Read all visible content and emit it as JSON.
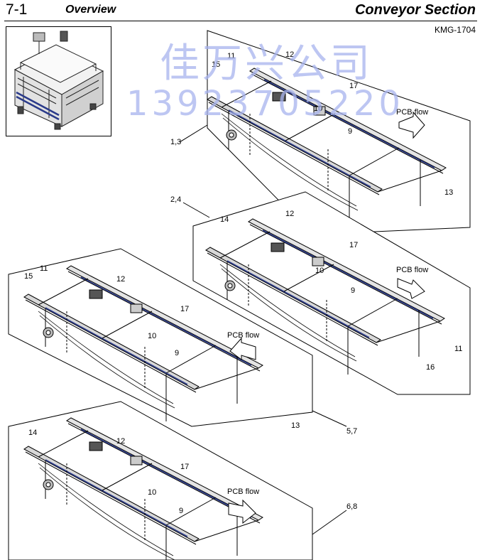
{
  "header": {
    "section_number": "7-1",
    "section_label": "Overview",
    "title": "Conveyor Section",
    "code": "KMG-1704"
  },
  "watermark": {
    "line1": "佳万兴公司",
    "line2": "13923705220"
  },
  "panels": [
    {
      "id": "1,3",
      "flow_label": "PCB flow",
      "callouts": [
        "15",
        "11",
        "12",
        "17",
        "10",
        "9",
        "13"
      ]
    },
    {
      "id": "2,4",
      "flow_label": "PCB flow",
      "callouts": [
        "14",
        "12",
        "17",
        "10",
        "9",
        "11",
        "16"
      ]
    },
    {
      "id": "5,7",
      "flow_label": "PCB flow",
      "callouts": [
        "15",
        "11",
        "12",
        "17",
        "10",
        "9",
        "13"
      ]
    },
    {
      "id": "6,8",
      "flow_label": "PCB flow",
      "callouts": [
        "14",
        "12",
        "17",
        "10",
        "9"
      ]
    }
  ],
  "colors": {
    "watermark": "#a8b4ee",
    "accent_blue": "#2a3a8a",
    "line": "#000000"
  }
}
